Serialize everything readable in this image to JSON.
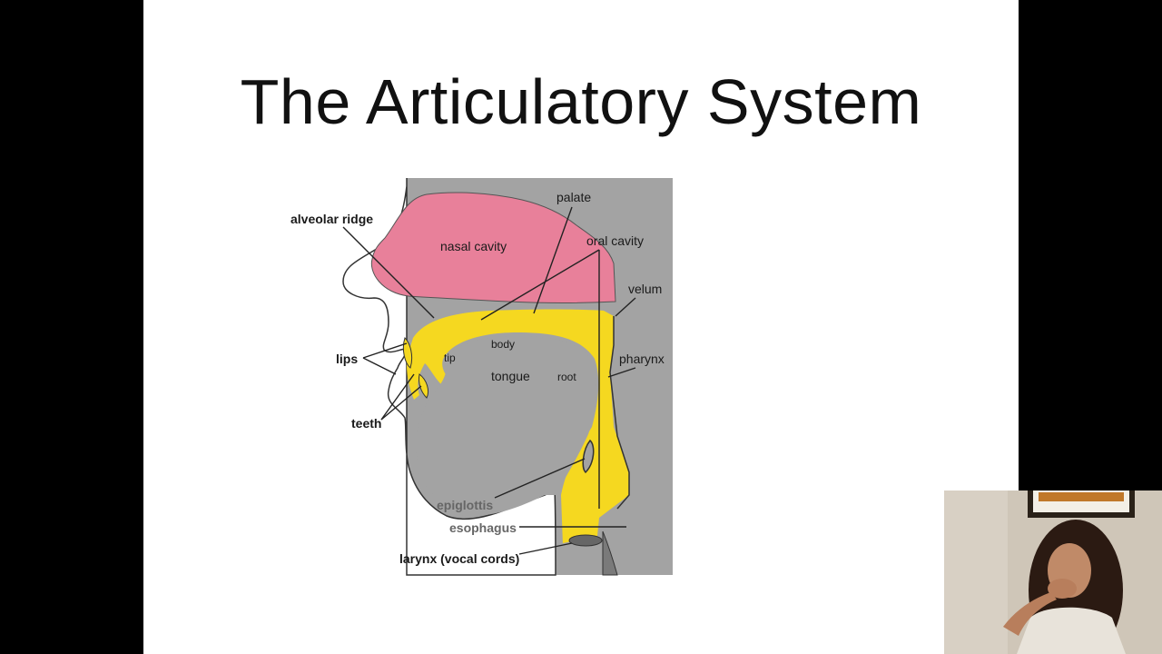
{
  "slide": {
    "title": "The Articulatory System"
  },
  "diagram": {
    "labels": {
      "alveolar_ridge": "alveolar ridge",
      "palate": "palate",
      "nasal_cavity": "nasal cavity",
      "oral_cavity": "oral cavity",
      "velum": "velum",
      "lips": "lips",
      "body": "body",
      "tip": "tip",
      "tongue": "tongue",
      "root": "root",
      "pharynx": "pharynx",
      "teeth": "teeth",
      "epiglottis": "epiglottis",
      "esophagus": "esophagus",
      "larynx": "larynx (vocal cords)"
    },
    "colors": {
      "tissue": "#a3a3a3",
      "nasal_cavity": "#e8809a",
      "airway": "#f5d820",
      "background": "#ffffff"
    }
  },
  "webcam": {
    "description_icon": "presenter-video-icon"
  }
}
